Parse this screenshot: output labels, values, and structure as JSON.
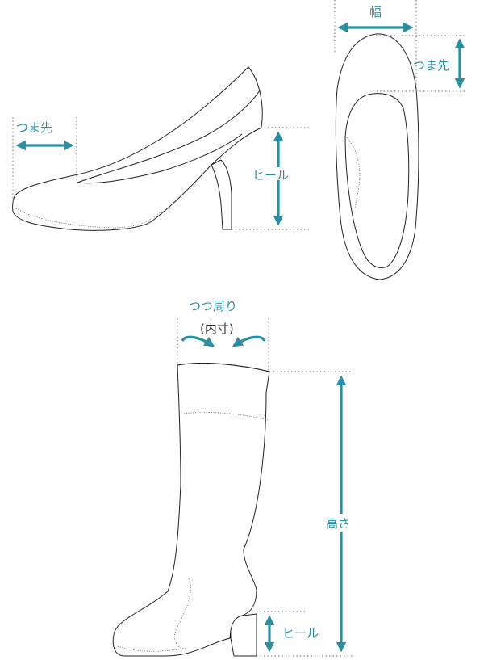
{
  "labels": {
    "pump_toe": "つま先",
    "pump_heel": "ヒール",
    "top_width": "幅",
    "top_toe": "つま先",
    "boot_circ": "つつ周り",
    "boot_circ_sub": "(内寸)",
    "boot_height": "高さ",
    "boot_heel": "ヒール"
  },
  "colors": {
    "accent": "#2a8fa0",
    "outline": "#222222",
    "guide": "#8a8a8a"
  }
}
